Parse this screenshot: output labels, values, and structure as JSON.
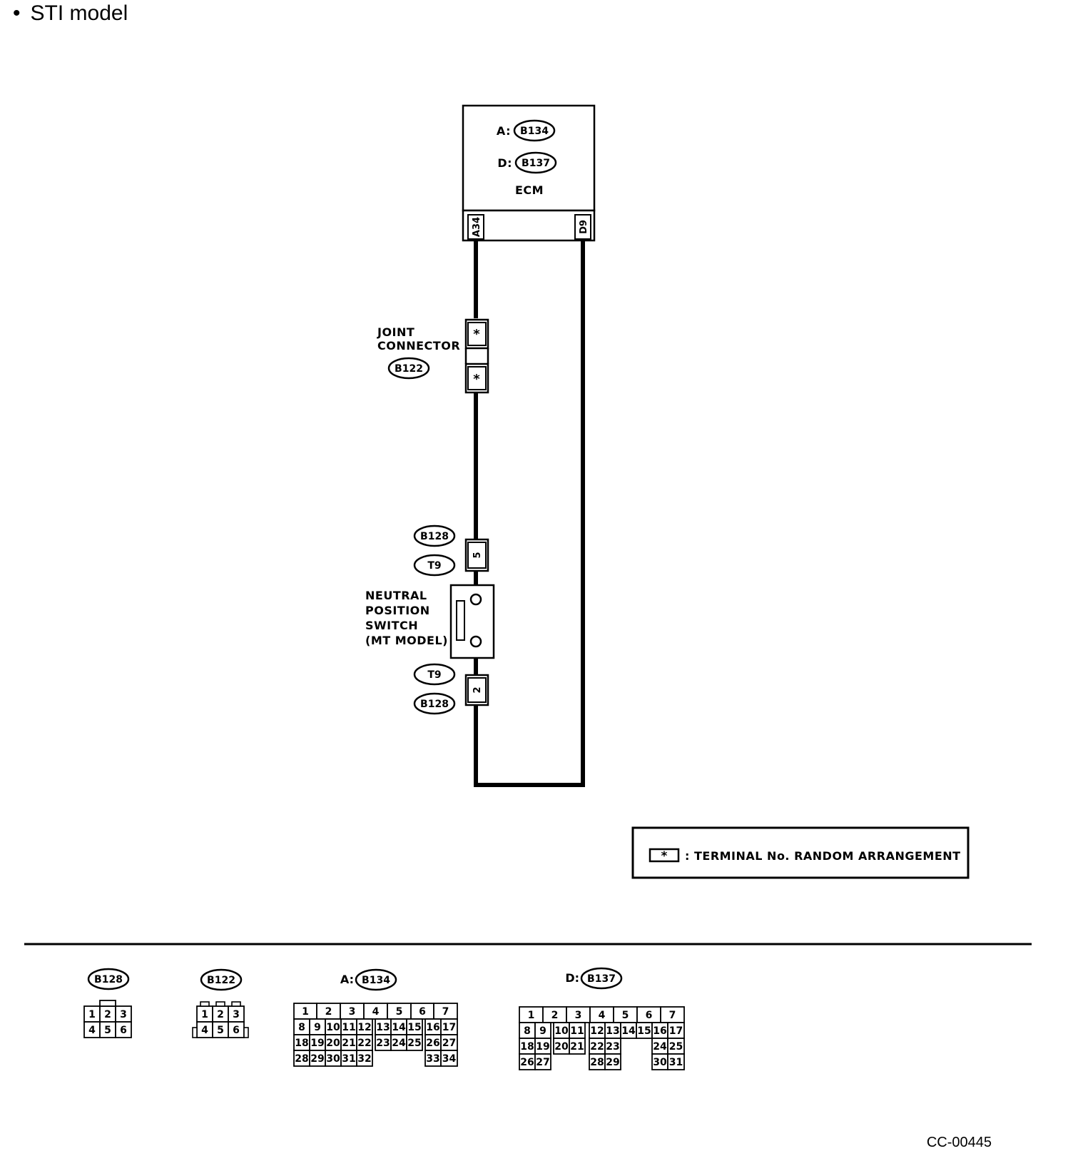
{
  "heading": {
    "bullet": "•",
    "text": "STI model"
  },
  "ecm": {
    "name": "ECM",
    "connectors": [
      {
        "prefix": "A:",
        "id": "B134"
      },
      {
        "prefix": "D:",
        "id": "B137"
      }
    ],
    "terminals": {
      "left": "A34",
      "right": "D9"
    }
  },
  "joint_connector": {
    "label_lines": [
      "JOINT",
      "CONNECTOR"
    ],
    "id": "B122",
    "terminal_marks": [
      "*",
      "*"
    ]
  },
  "neutral_switch": {
    "label_lines": [
      "NEUTRAL",
      "POSITION",
      "SWITCH",
      "(MT MODEL)"
    ],
    "top_connector": {
      "ids": [
        "B128",
        "T9"
      ],
      "pin": "5"
    },
    "bottom_connector": {
      "ids": [
        "T9",
        "B128"
      ],
      "pin": "2"
    }
  },
  "legend": {
    "mark": "*",
    "text": ": TERMINAL No. RANDOM ARRANGEMENT"
  },
  "connector_views": [
    {
      "prefix": "",
      "id": "B128",
      "rows": [
        [
          "1",
          "2",
          "3"
        ],
        [
          "4",
          "5",
          "6"
        ]
      ]
    },
    {
      "prefix": "",
      "id": "B122",
      "rows": [
        [
          "1",
          "2",
          "3"
        ],
        [
          "4",
          "5",
          "6"
        ]
      ]
    },
    {
      "prefix": "A:",
      "id": "B134",
      "rows": [
        [
          "1",
          "2",
          "3",
          "4",
          "5",
          "6",
          "7"
        ],
        [
          "8",
          "9",
          "10",
          "11",
          "12",
          "13",
          "14",
          "15",
          "16",
          "17"
        ],
        [
          "18",
          "19",
          "20",
          "21",
          "22",
          "23",
          "24",
          "25",
          "26",
          "27"
        ],
        [
          "28",
          "29",
          "30",
          "31",
          "32",
          "33",
          "34"
        ]
      ]
    },
    {
      "prefix": "D:",
      "id": "B137",
      "rows": [
        [
          "1",
          "2",
          "3",
          "4",
          "5",
          "6",
          "7"
        ],
        [
          "8",
          "9",
          "10",
          "11",
          "12",
          "13",
          "14",
          "15",
          "16",
          "17"
        ],
        [
          "18",
          "19",
          "20",
          "21",
          "22",
          "23",
          "24",
          "25"
        ],
        [
          "26",
          "27",
          "28",
          "29",
          "30",
          "31"
        ]
      ]
    }
  ],
  "figure_id": "CC-00445"
}
